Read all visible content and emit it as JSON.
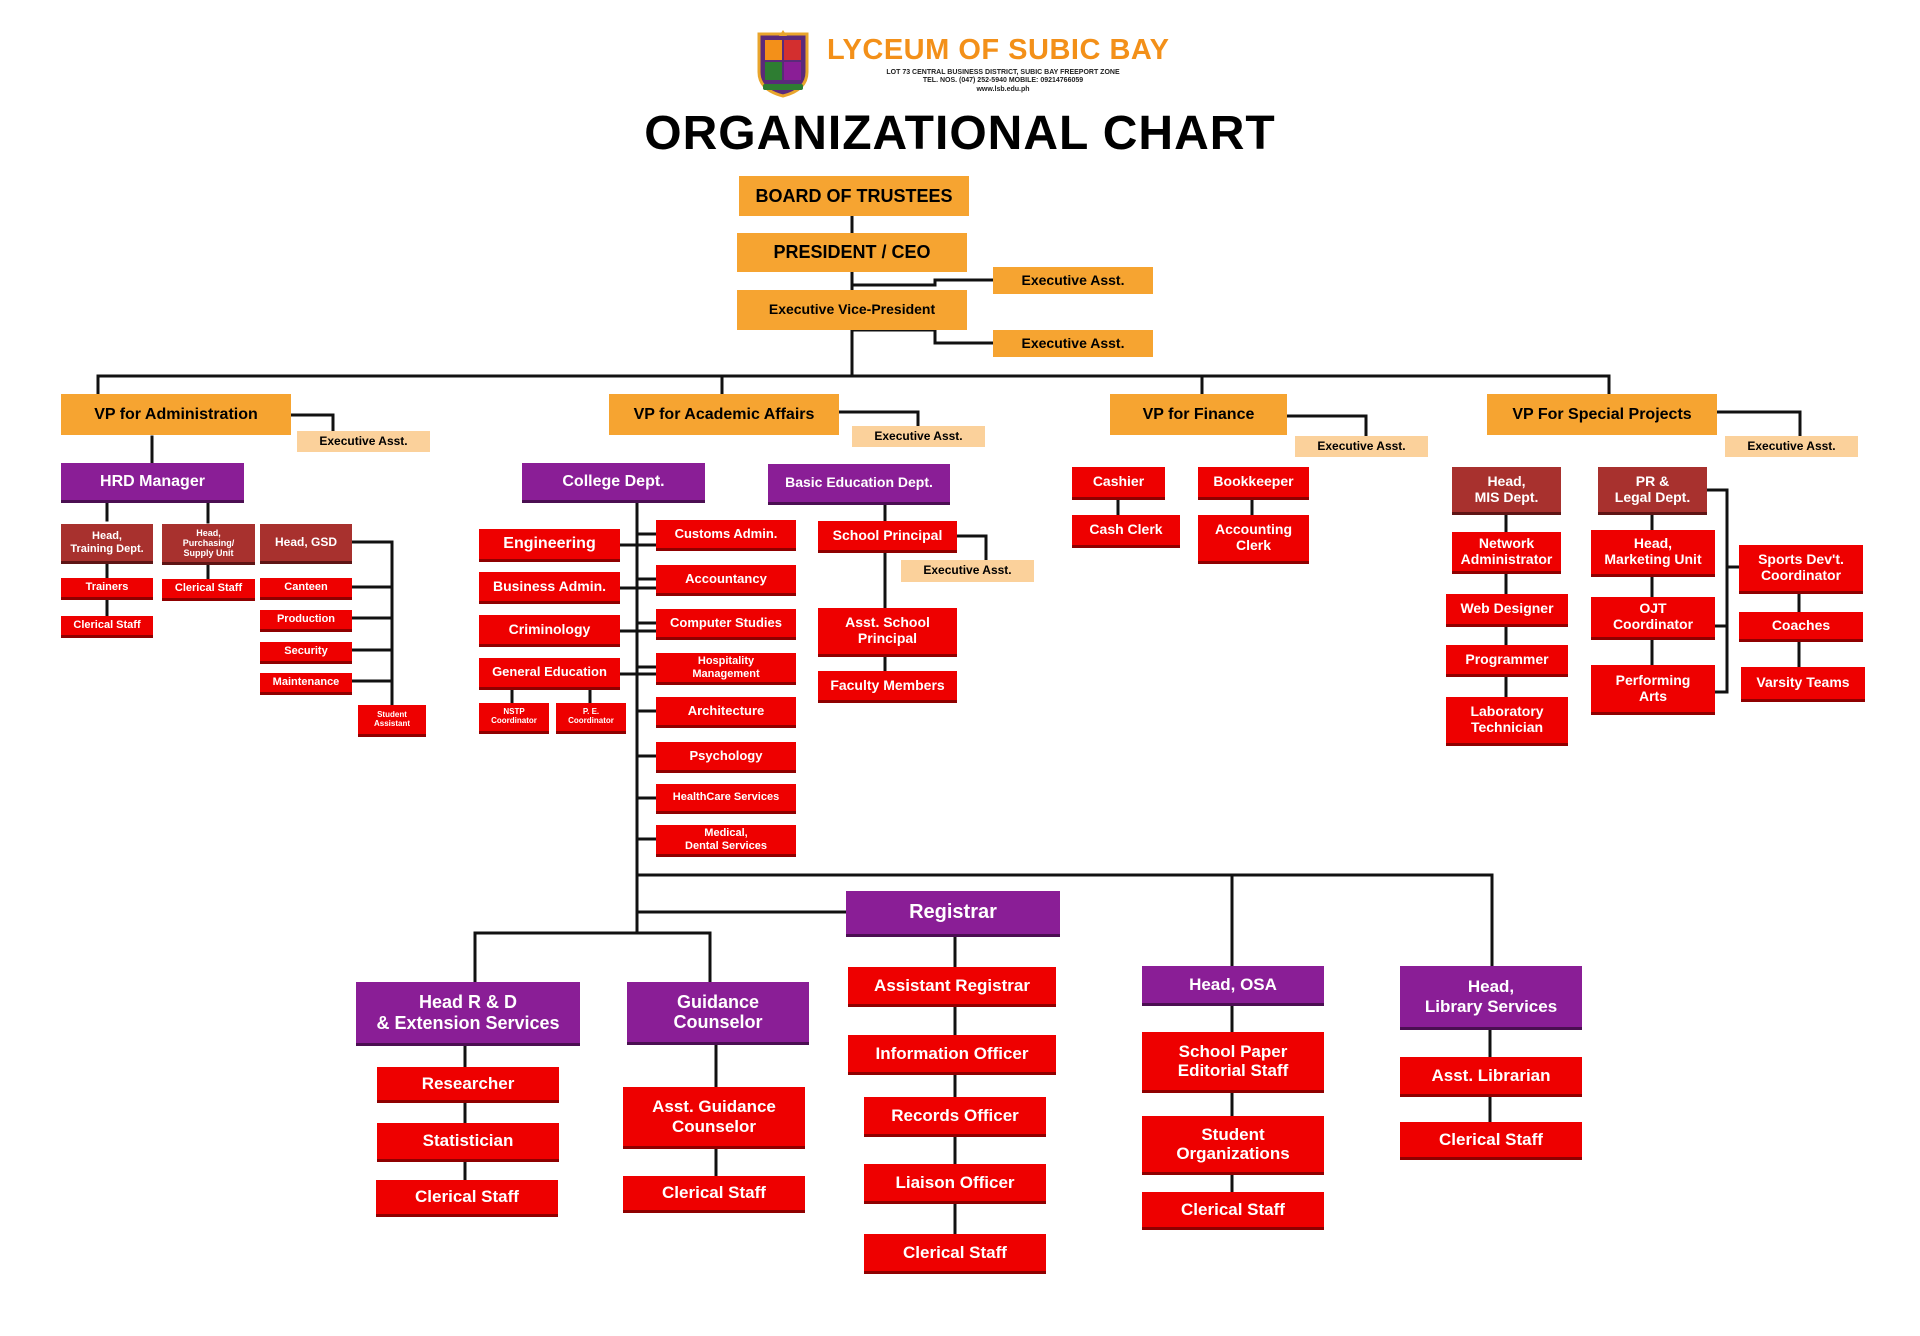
{
  "header": {
    "school_name": "LYCEUM OF SUBIC BAY",
    "address": "LOT 73 CENTRAL BUSINESS DISTRICT, SUBIC BAY FREEPORT ZONE\nTEL. NOS. (047) 252-5940  MOBILE: 09214766059\nwww.lsb.edu.ph",
    "logo_icon": "school-shield-logo-icon",
    "title": "ORGANIZATIONAL CHART"
  },
  "colors": {
    "title_orange": "#F39019",
    "executive_orange": "#F6A431",
    "assistant_peach": "#FBD19B",
    "unit_red": "#EE0000",
    "head_maroon": "#A8312E",
    "department_purple": "#8A1E96",
    "connector": "#111111"
  },
  "nodes": {
    "board": "BOARD OF TRUSTEES",
    "president": "PRESIDENT / CEO",
    "exec_asst_pres": "Executive Asst.",
    "evp": "Executive Vice-President",
    "exec_asst_evp": "Executive Asst.",
    "vp_admin": "VP for Administration",
    "exec_asst_admin": "Executive Asst.",
    "vp_academic": "VP for Academic Affairs",
    "exec_asst_academic": "Executive Asst.",
    "vp_finance": "VP for Finance",
    "exec_asst_finance": "Executive Asst.",
    "vp_special": "VP For Special Projects",
    "exec_asst_special": "Executive Asst.",
    "hrd": "HRD Manager",
    "head_training": "Head,\nTraining Dept.",
    "trainers": "Trainers",
    "clerical_training": "Clerical Staff",
    "head_purchasing": "Head,\nPurchasing/\nSupply Unit",
    "clerical_purchasing": "Clerical Staff",
    "head_gsd": "Head, GSD",
    "canteen": "Canteen",
    "production": "Production",
    "security": "Security",
    "maintenance": "Maintenance",
    "student_assistant": "Student\nAssistant",
    "college": "College Dept.",
    "engineering": "Engineering",
    "business_admin": "Business Admin.",
    "criminology": "Criminology",
    "general_education": "General Education",
    "nstp": "NSTP\nCoordinator",
    "pe": "P. E.\nCoordinator",
    "customs_admin": "Customs Admin.",
    "accountancy": "Accountancy",
    "computer_studies": "Computer Studies",
    "hospitality": "Hospitality\nManagement",
    "architecture": "Architecture",
    "psychology": "Psychology",
    "healthcare": "HealthCare Services",
    "medical_dental": "Medical,\nDental Services",
    "basic_ed": "Basic Education Dept.",
    "school_principal": "School Principal",
    "exec_asst_principal": "Executive Asst.",
    "asst_principal": "Asst. School\nPrincipal",
    "faculty": "Faculty Members",
    "cashier": "Cashier",
    "cash_clerk": "Cash Clerk",
    "bookkeeper": "Bookkeeper",
    "accounting_clerk": "Accounting\nClerk",
    "head_mis": "Head,\nMIS Dept.",
    "network_admin": "Network\nAdministrator",
    "web_designer": "Web Designer",
    "programmer": "Programmer",
    "lab_tech": "Laboratory\nTechnician",
    "pr_legal": "PR &\nLegal Dept.",
    "head_marketing": "Head,\nMarketing Unit",
    "ojt": "OJT\nCoordinator",
    "performing_arts": "Performing\nArts",
    "sports_dev": "Sports Dev't.\nCoordinator",
    "coaches": "Coaches",
    "varsity": "Varsity Teams",
    "registrar": "Registrar",
    "asst_registrar": "Assistant Registrar",
    "info_officer": "Information Officer",
    "records_officer": "Records Officer",
    "liaison_officer": "Liaison Officer",
    "clerical_registrar": "Clerical Staff",
    "head_rd": "Head R & D\n& Extension Services",
    "researcher": "Researcher",
    "statistician": "Statistician",
    "clerical_rd": "Clerical Staff",
    "guidance": "Guidance\nCounselor",
    "asst_guidance": "Asst. Guidance\nCounselor",
    "clerical_guidance": "Clerical Staff",
    "head_osa": "Head, OSA",
    "school_paper": "School Paper\nEditorial Staff",
    "student_orgs": "Student\nOrganizations",
    "clerical_osa": "Clerical Staff",
    "head_library": "Head,\nLibrary Services",
    "asst_librarian": "Asst. Librarian",
    "clerical_library": "Clerical Staff"
  }
}
